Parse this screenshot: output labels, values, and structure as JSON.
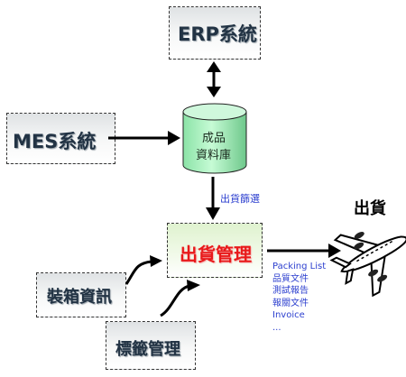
{
  "nodes": {
    "erp": "ERP系統",
    "mes": "MES系統",
    "db_line1": "成品",
    "db_line2": "資料庫",
    "shipping_mgmt": "出貨管理",
    "packing_info": "裝箱資訊",
    "label_mgmt": "標籤管理",
    "shipment": "出貨"
  },
  "edges": {
    "db_to_shipping": "出貨篩選"
  },
  "documents": [
    "Packing List",
    "品質文件",
    "測試報告",
    "報關文件",
    "Invoice",
    "..."
  ],
  "colors": {
    "shipping_text": "#e8191a",
    "shipping_bg": "#e9f6d9",
    "docs_text": "#2c3fcf",
    "cylinder_fill": "#a9f4c3",
    "airplane_body": "#ffffff"
  }
}
